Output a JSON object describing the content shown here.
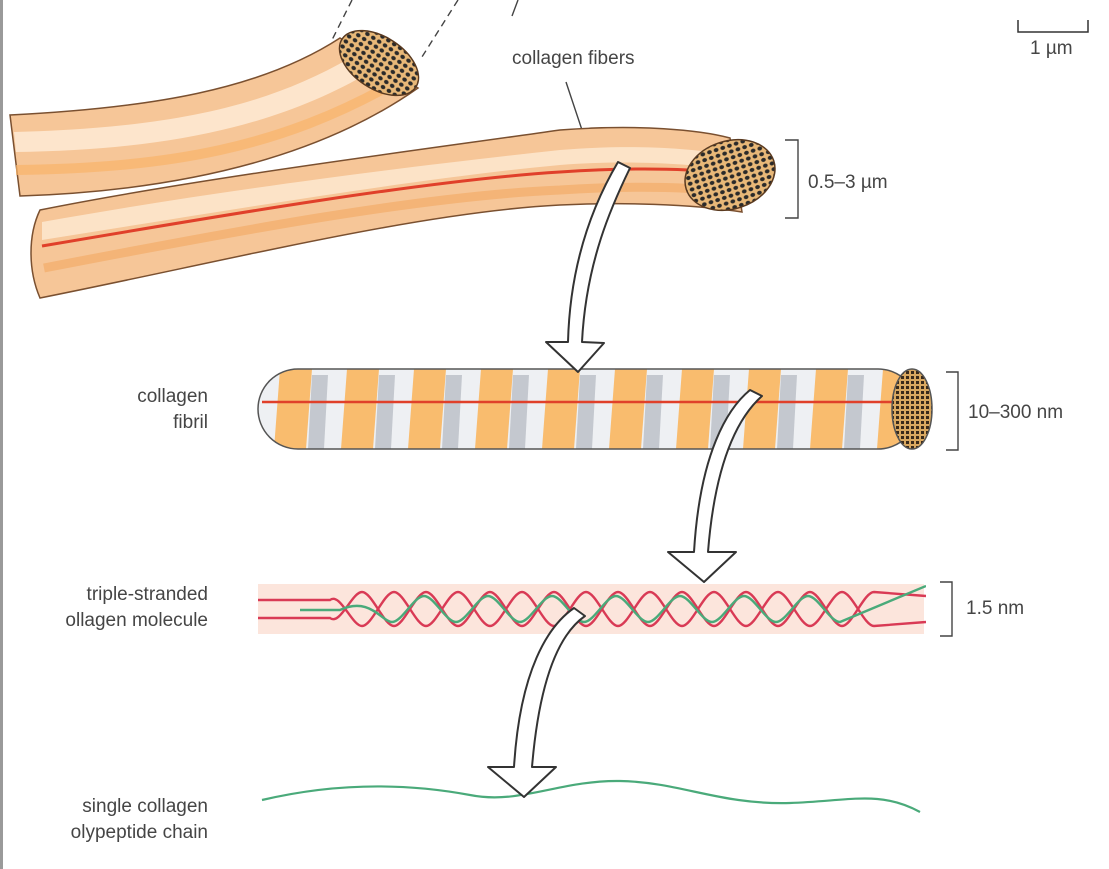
{
  "scale_bar": {
    "label": "1 µm"
  },
  "fibers": {
    "label": "collagen fibers",
    "dimension": "0.5–3 µm"
  },
  "fibril": {
    "label_line1": "collagen",
    "label_line2": "fibril",
    "dimension": "10–300 nm"
  },
  "molecule": {
    "label_line1": "triple-stranded",
    "label_line2": "ollagen molecule",
    "dimension": "1.5 nm"
  },
  "chain": {
    "label_line1": "single collagen",
    "label_line2": "olypeptide chain"
  },
  "colors": {
    "fiber_fill": "#f6c698",
    "fiber_highlight": "#fde5cc",
    "fiber_outline": "#7a5030",
    "fiber_red_line": "#e0402a",
    "band_orange": "#f9bc6e",
    "band_grey": "#c4c8cf",
    "band_light": "#eef0f3",
    "strand_red": "#d93a55",
    "strand_green": "#4aaa7a",
    "molecule_bg": "#fbe0d6"
  }
}
